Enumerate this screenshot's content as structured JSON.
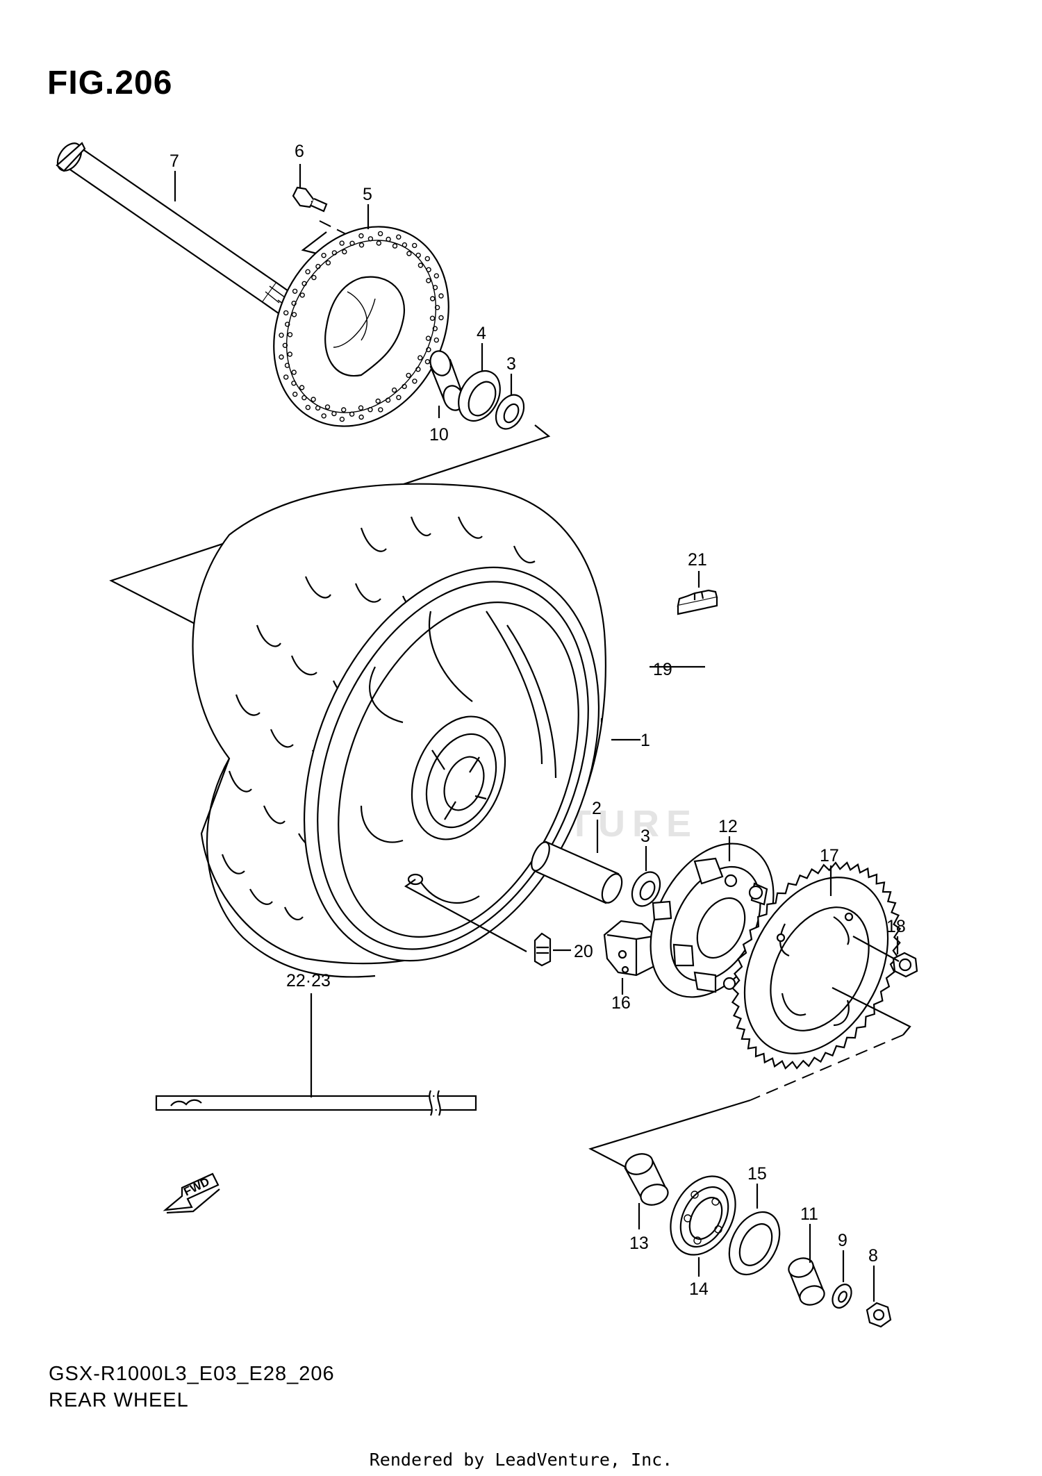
{
  "figure_title": "FIG.206",
  "footer_code": "GSX-R1000L3_E03_E28_206",
  "footer_name": "REAR WHEEL",
  "credit": "Rendered by LeadVenture, Inc.",
  "watermark": "LEADVENTURE",
  "fwd_arrow_label": "FWD",
  "callouts": {
    "c1": "1",
    "c2": "2",
    "c3a": "3",
    "c3b": "3",
    "c4": "4",
    "c5": "5",
    "c6": "6",
    "c7": "7",
    "c8": "8",
    "c9": "9",
    "c10": "10",
    "c11": "11",
    "c12": "12",
    "c13": "13",
    "c14": "14",
    "c15": "15",
    "c16": "16",
    "c17": "17",
    "c18": "18",
    "c19": "19",
    "c20": "20",
    "c21": "21",
    "c2223": "22·23"
  }
}
